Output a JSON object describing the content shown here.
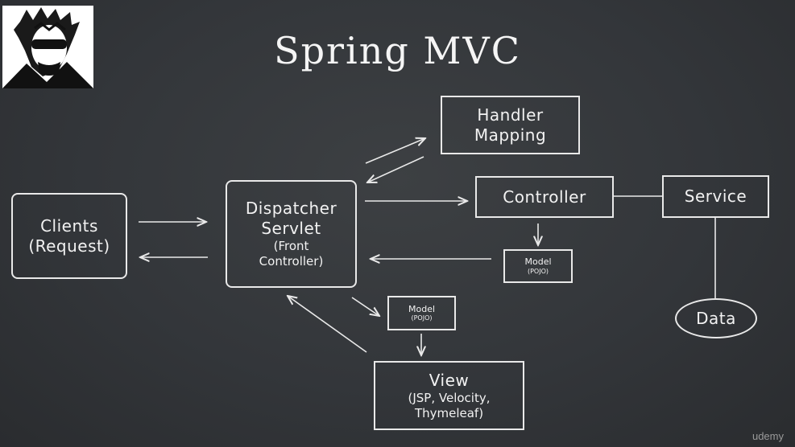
{
  "title": "Spring MVC",
  "watermark": "udemy",
  "nodes": {
    "clients": {
      "line1": "Clients",
      "line2": "(Request)"
    },
    "dispatcher": {
      "line1": "Dispatcher",
      "line2": "Servlet",
      "line3": "(Front",
      "line4": "Controller)"
    },
    "handler": {
      "line1": "Handler",
      "line2": "Mapping"
    },
    "controller": {
      "label": "Controller"
    },
    "service": {
      "label": "Service"
    },
    "data": {
      "label": "Data"
    },
    "model_right": {
      "line1": "Model",
      "line2": "(POJO)"
    },
    "model_center": {
      "line1": "Model",
      "line2": "(POJO)"
    },
    "view": {
      "line1": "View",
      "line2": "(JSP, Velocity,",
      "line3": "Thymeleaf)"
    }
  },
  "colors": {
    "chalk": "#e9e9e9",
    "board": "#33363a"
  },
  "icons": {
    "avatar": "cartoon-avatar-icon"
  }
}
